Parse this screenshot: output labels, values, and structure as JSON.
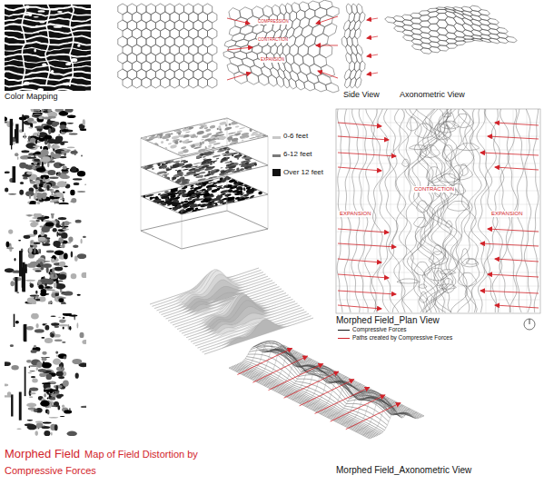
{
  "diagram": {
    "title": "Morphed Field",
    "caption": "Map of Field Distortion by Compressive Forces",
    "labels": [
      "Color Mapping",
      "Side View",
      "Axonometric View",
      "COMPRESSION",
      "CONTRACTION",
      "EXPANSION",
      "EXPANSION",
      "CONTRACTION",
      "EXPANSION",
      "Morphed Field_Plan View",
      "Morphed Field_Axonometric View"
    ],
    "legend": [
      {
        "text": "0-6 feet",
        "color": "#c8c8c8"
      },
      {
        "text": "6-12 feet",
        "color": "#7a7a7a"
      },
      {
        "text": "Over 12 feet",
        "color": "#111111"
      },
      {
        "text": "Compressive Forces"
      },
      {
        "text": "Paths created by Compressive Forces"
      }
    ]
  }
}
